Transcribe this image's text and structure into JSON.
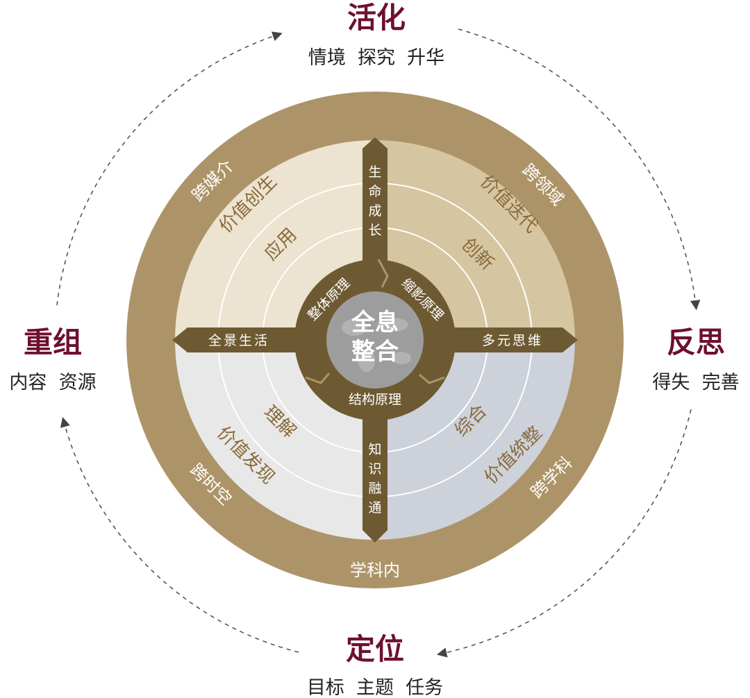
{
  "cycle": {
    "top": {
      "title": "活化",
      "subtitle": "情境  探究  升华"
    },
    "right": {
      "title": "反思",
      "subtitle": "得失  完善"
    },
    "bottom": {
      "title": "定位",
      "subtitle": "目标  主题  任务"
    },
    "left": {
      "title": "重组",
      "subtitle": "内容  资源"
    }
  },
  "outer_ring": {
    "top_left": "跨媒介",
    "top_right": "跨领域",
    "bottom_left": "跨时空",
    "bottom_right": "跨学科",
    "bottom": "学科内"
  },
  "quadrants": {
    "top_left": {
      "outer": "价值创生",
      "inner": "应用"
    },
    "top_right": {
      "outer": "价值迭代",
      "inner": "创新"
    },
    "bottom_left": {
      "outer": "价值发现",
      "inner": "理解"
    },
    "bottom_right": {
      "outer": "价值统整",
      "inner": "综合"
    }
  },
  "arms": {
    "up": [
      "生",
      "命",
      "成",
      "长"
    ],
    "down": [
      "知",
      "识",
      "融",
      "通"
    ],
    "left": "全景生活",
    "right": "多元思维"
  },
  "inner_ring": {
    "left_label": "整体原理",
    "right_label": "缩影原理",
    "bottom_label": "结构原理"
  },
  "hub": {
    "line1": "全息",
    "line2": "整合"
  },
  "colors": {
    "outer_ring": "#ad9468",
    "quad_top_left": "#ece3d0",
    "quad_top_right": "#d6c5a1",
    "quad_bottom_left": "#e8e8e8",
    "quad_bottom_right": "#ccd1da",
    "arm": "#6e5a32",
    "hub": "#9d9d9d",
    "heading": "#6e1030",
    "dash": "#555555"
  }
}
